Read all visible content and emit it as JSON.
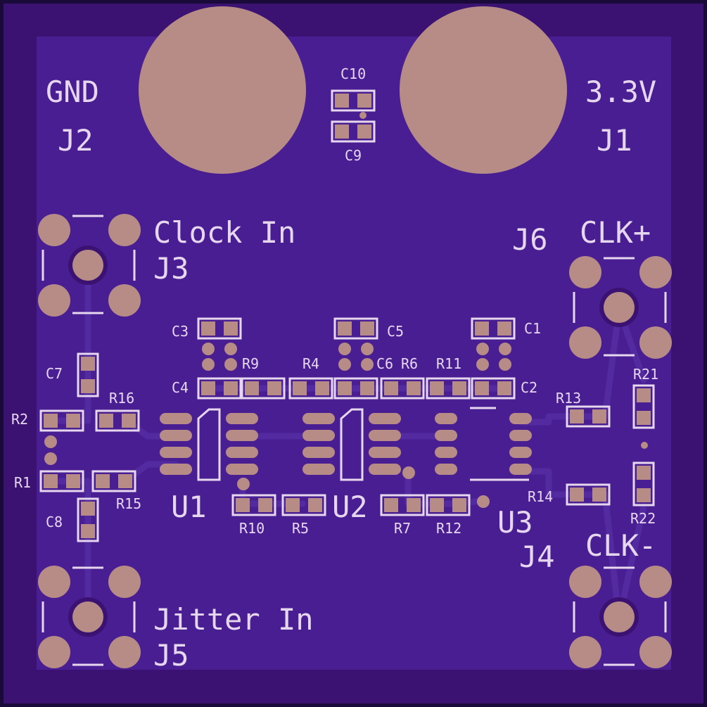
{
  "colors": {
    "board_edge": "#1a0a3a",
    "board": "#3b1272",
    "copper_pour": "#4a1e93",
    "trace": "#4a1e93",
    "pad": "#b78b86",
    "silk": "#e6d6ee"
  },
  "connectors": {
    "J1": {
      "name": "J1",
      "label": "3.3V"
    },
    "J2": {
      "name": "J2",
      "label": "GND"
    },
    "J3": {
      "name": "J3",
      "label": "Clock In"
    },
    "J4": {
      "name": "J4",
      "label": "CLK-"
    },
    "J5": {
      "name": "J5",
      "label": "Jitter In"
    },
    "J6": {
      "name": "J6",
      "label": "CLK+"
    }
  },
  "ics": {
    "U1": "U1",
    "U2": "U2",
    "U3": "U3"
  },
  "capacitors": {
    "C1": "C1",
    "C2": "C2",
    "C3": "C3",
    "C4": "C4",
    "C5": "C5",
    "C6": "C6",
    "C7": "C7",
    "C8": "C8",
    "C9": "C9",
    "C10": "C10"
  },
  "resistors": {
    "R1": "R1",
    "R2": "R2",
    "R4": "R4",
    "R5": "R5",
    "R6": "R6",
    "R7": "R7",
    "R9": "R9",
    "R10": "R10",
    "R11": "R11",
    "R12": "R12",
    "R13": "R13",
    "R14": "R14",
    "R15": "R15",
    "R16": "R16",
    "R21": "R21",
    "R22": "R22"
  }
}
